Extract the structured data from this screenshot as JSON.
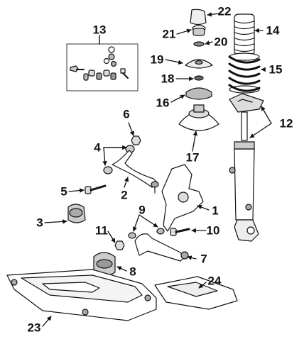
{
  "diagram": {
    "title": "",
    "callouts": {
      "c1": "1",
      "c2": "2",
      "c3": "3",
      "c4": "4",
      "c5": "5",
      "c6": "6",
      "c7": "7",
      "c8": "8",
      "c9": "9",
      "c10": "10",
      "c11": "11",
      "c12": "12",
      "c13": "13",
      "c14": "14",
      "c15": "15",
      "c16": "16",
      "c17": "17",
      "c18": "18",
      "c19": "19",
      "c20": "20",
      "c21": "21",
      "c22": "22",
      "c23": "23",
      "c24": "24"
    },
    "line_color": "#111111",
    "fill_color": "#ffffff",
    "shade_color": "#9a9a9a"
  }
}
